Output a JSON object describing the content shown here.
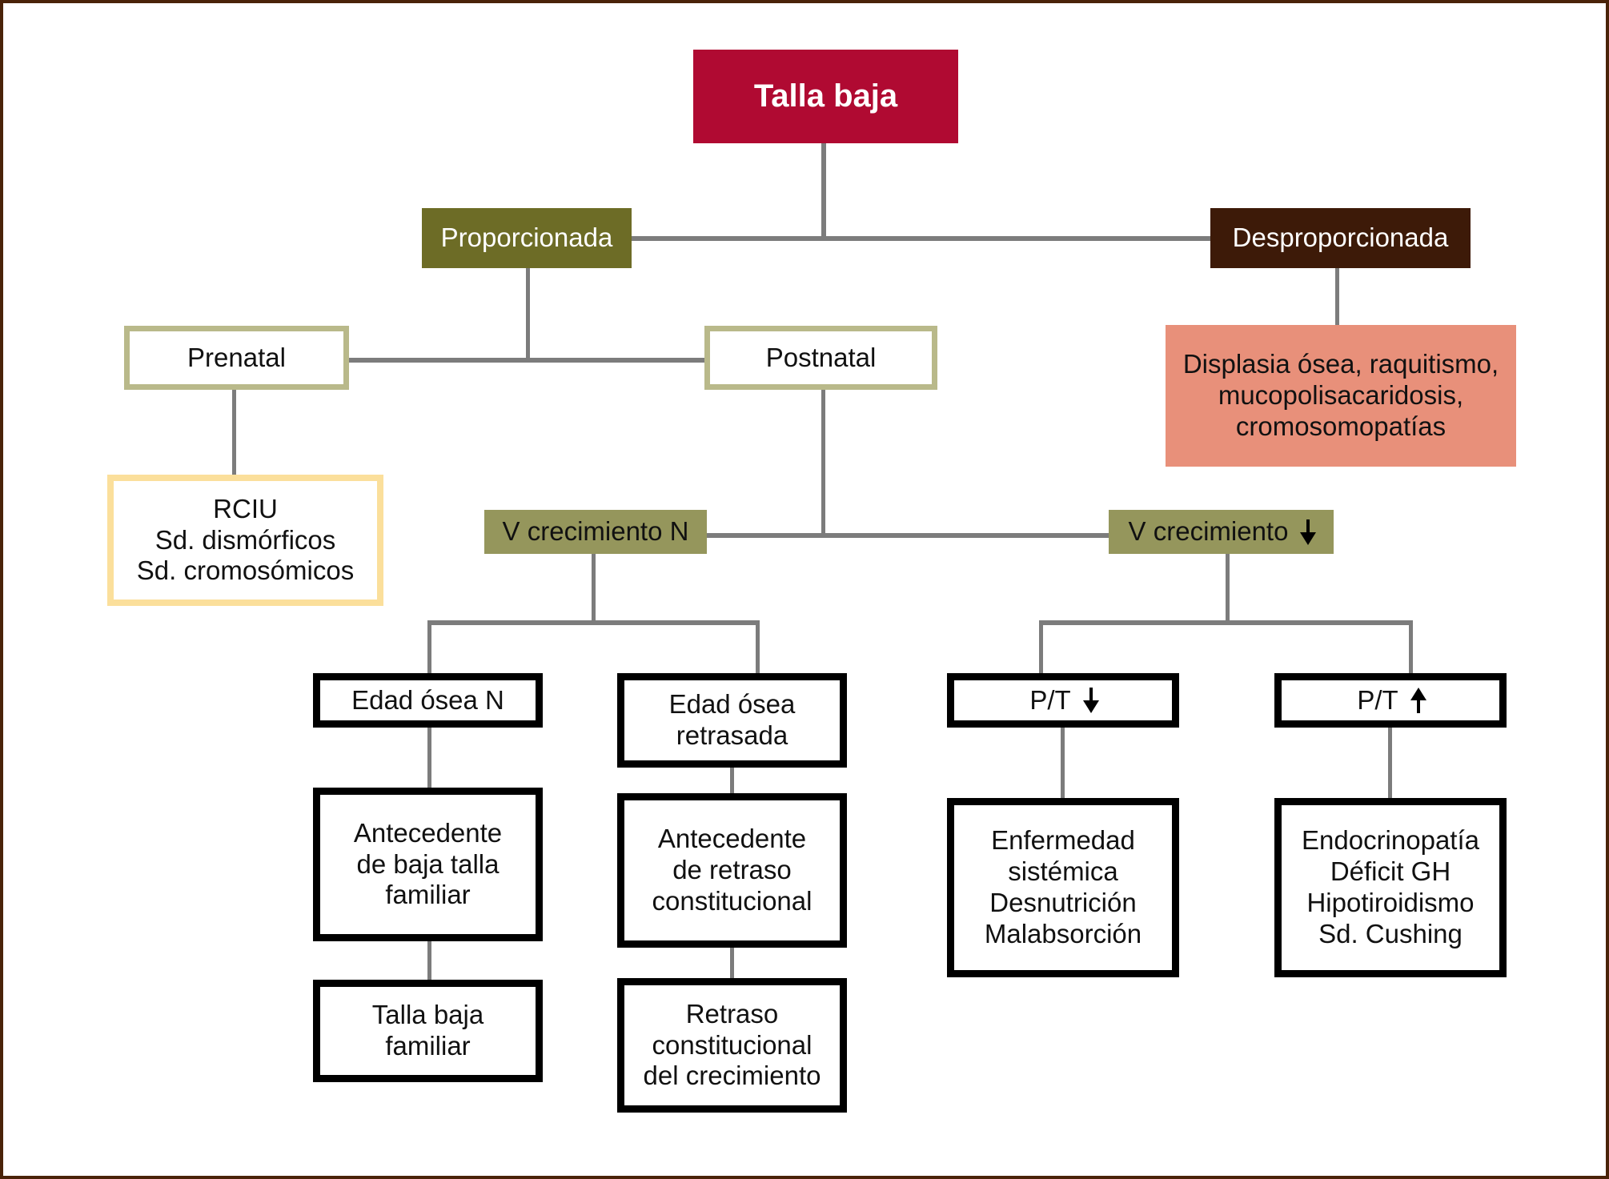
{
  "diagram": {
    "title": "Talla baja",
    "language": "es",
    "frame_color": "#4a2309",
    "connector_color": "#7c7c7c",
    "palette": {
      "root_crimson": "#b00a32",
      "olive_dark": "#6d6c26",
      "brown_dark": "#3d1a08",
      "khaki_border": "#b9b98a",
      "yellow_border": "#fbdf9b",
      "salmon": "#e8907a",
      "olive_light": "#95965c",
      "black_border": "#000000",
      "white": "#ffffff"
    }
  },
  "nodes": {
    "root": {
      "label": "Talla baja"
    },
    "proporcionada": {
      "label": "Proporcionada"
    },
    "desproporcionada": {
      "label": "Desproporcionada"
    },
    "prenatal": {
      "label": "Prenatal"
    },
    "postnatal": {
      "label": "Postnatal"
    },
    "displasia": {
      "label": "Displasia ósea, raquitismo,\nmucopolisacaridosis,\ncromosomopatías"
    },
    "rciu": {
      "label": "RCIU\nSd. dismórficos\nSd. cromosómicos"
    },
    "v_crecimiento_n": {
      "label": "V crecimiento N"
    },
    "v_crecimiento_down": {
      "label": "V crecimiento",
      "arrow": "arrow-down"
    },
    "edad_osea_n": {
      "label": "Edad ósea N"
    },
    "edad_osea_retrasada": {
      "label": "Edad ósea\nretrasada"
    },
    "pt_down": {
      "label": "P/T",
      "arrow": "arrow-down"
    },
    "pt_up": {
      "label": "P/T",
      "arrow": "arrow-up"
    },
    "antecedente_baja_talla": {
      "label": "Antecedente\nde baja talla\nfamiliar"
    },
    "antecedente_retraso": {
      "label": "Antecedente\nde retraso\nconstitucional"
    },
    "enfermedad_sistemica": {
      "label": "Enfermedad\nsistémica\nDesnutrición\nMalabsorción"
    },
    "endocrinopatia": {
      "label": "Endocrinopatía\nDéficit GH\nHipotiroidismo\nSd. Cushing"
    },
    "talla_baja_familiar": {
      "label": "Talla baja\nfamiliar"
    },
    "retraso_constitucional": {
      "label": "Retraso\nconstitucional\ndel crecimiento"
    }
  }
}
